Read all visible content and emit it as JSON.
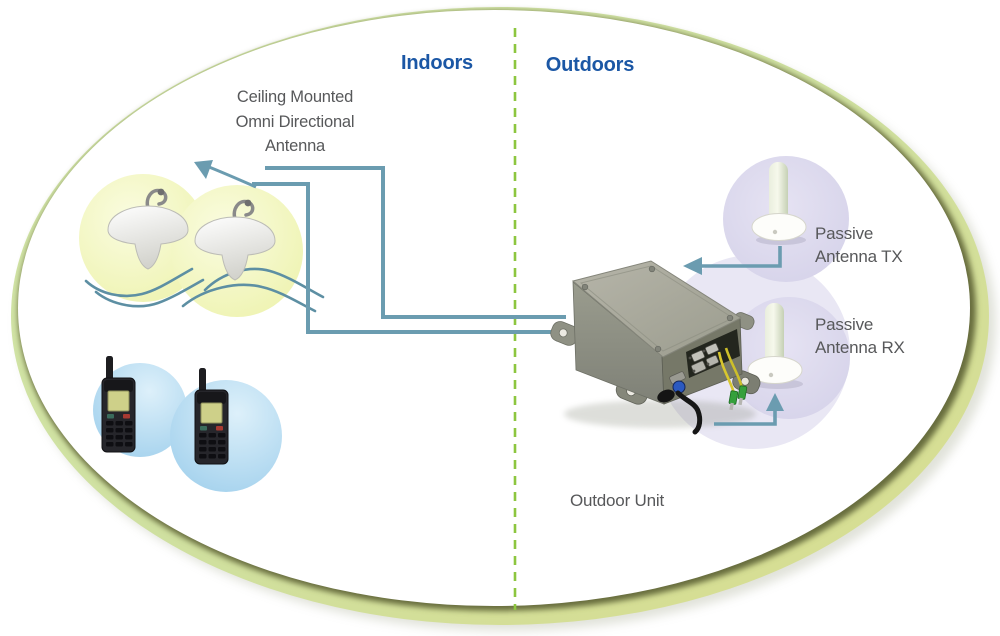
{
  "zones": {
    "indoors": "Indoors",
    "outdoors": "Outdoors"
  },
  "labels": {
    "ceiling_antenna": {
      "line1": "Ceiling Mounted",
      "line2": "Omni Directional",
      "line3": "Antenna"
    },
    "passive_antenna_tx": {
      "line1": "Passive",
      "line2": "Antenna TX"
    },
    "passive_antenna_rx": {
      "line1": "Passive",
      "line2": "Antenna RX"
    },
    "outdoor_unit": "Outdoor Unit"
  },
  "icons": {
    "ceiling_omni_antenna": "white ceiling mounted omni directional antenna (x2)",
    "satellite_phone": "handheld satellite phone (x2)",
    "outdoor_unit_box": "grey outdoor repeater enclosure with cables",
    "passive_antenna": "white passive mushroom antenna (TX and RX)",
    "signal_waves": "radio wave arcs between antennas and phones",
    "divider": "dashed line separating indoors and outdoors"
  },
  "colors": {
    "zone_label_blue": "#1b57a5",
    "diagram_label_gray": "#57585a",
    "connector_line_teal": "#6b9cb0",
    "divider_green": "#8dc63f",
    "ring_light_green": "#cfe5a6",
    "ring_yellow_green": "#d8dc92",
    "yellow_halo": "#eef3b4",
    "blue_halo": "#a9d4ee",
    "lavender_halo": "#dad7ec"
  }
}
